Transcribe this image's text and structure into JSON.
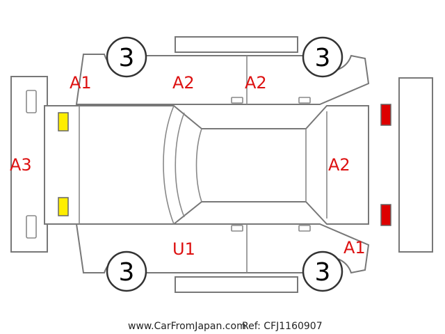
{
  "wheels": {
    "front_left": "3",
    "rear_left": "3",
    "front_right": "3",
    "rear_right": "3"
  },
  "damage_codes": {
    "left_front_fender": "A1",
    "roof_front_left": "A2",
    "roof_rear_left": "A2",
    "front_bumper": "A3",
    "rear_hatch": "A2",
    "windshield": "U1",
    "right_rear_fender": "A1"
  },
  "footer": {
    "website": "www.CarFromJapan.com",
    "reference": "Ref: CFJ1160907"
  },
  "colors": {
    "damage_code": "#dd1111",
    "front_lights": "#ffee00",
    "rear_lights": "#dd0000",
    "outline": "#777777"
  }
}
